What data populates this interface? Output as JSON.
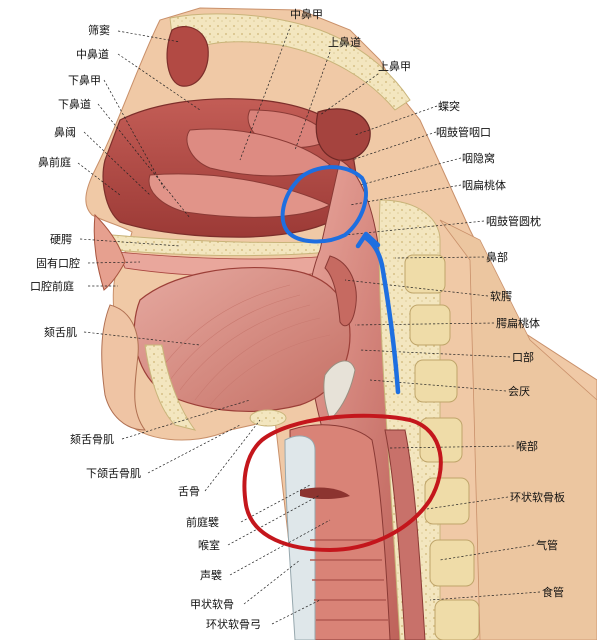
{
  "labels_left": [
    {
      "id": "ethmoid-sinus",
      "text": "筛窦"
    },
    {
      "id": "middle-meatus",
      "text": "中鼻道"
    },
    {
      "id": "inferior-turbinate",
      "text": "下鼻甲"
    },
    {
      "id": "inferior-meatus",
      "text": "下鼻道"
    },
    {
      "id": "nasal-limen",
      "text": "鼻阈"
    },
    {
      "id": "nasal-vestibule",
      "text": "鼻前庭"
    },
    {
      "id": "hard-palate",
      "text": "硬腭"
    },
    {
      "id": "oral-cavity-proper",
      "text": "固有口腔"
    },
    {
      "id": "oral-vestibule",
      "text": "口腔前庭"
    },
    {
      "id": "genioglossus",
      "text": "颏舌肌"
    },
    {
      "id": "geniohyoid",
      "text": "颏舌骨肌"
    },
    {
      "id": "mylohyoid",
      "text": "下颌舌骨肌"
    }
  ],
  "labels_top": [
    {
      "id": "middle-turbinate",
      "text": "中鼻甲"
    },
    {
      "id": "superior-meatus",
      "text": "上鼻道"
    },
    {
      "id": "superior-turbinate",
      "text": "上鼻甲"
    }
  ],
  "labels_right": [
    {
      "id": "sphenoid-sinus",
      "text": "蝶突"
    },
    {
      "id": "pharyngeal-orifice",
      "text": "咽鼓管咽口"
    },
    {
      "id": "pharyngeal-recess",
      "text": "咽隐窝"
    },
    {
      "id": "pharyngeal-tonsil",
      "text": "咽扁桃体"
    },
    {
      "id": "torus-tubarius",
      "text": "咽鼓管圆枕"
    },
    {
      "id": "nasopharynx",
      "text": "鼻部"
    },
    {
      "id": "soft-palate",
      "text": "软腭"
    },
    {
      "id": "palatine-tonsil",
      "text": "腭扁桃体"
    },
    {
      "id": "oropharynx",
      "text": "口部"
    },
    {
      "id": "epiglottis",
      "text": "会厌"
    },
    {
      "id": "laryngopharynx",
      "text": "喉部"
    },
    {
      "id": "cricoid-lamina",
      "text": "环状软骨板"
    },
    {
      "id": "trachea",
      "text": "气管"
    },
    {
      "id": "esophagus",
      "text": "食管"
    }
  ],
  "labels_bottom": [
    {
      "id": "hyoid",
      "text": "舌骨"
    },
    {
      "id": "vestibular-fold",
      "text": "前庭襞"
    },
    {
      "id": "laryngeal-ventricle",
      "text": "喉室"
    },
    {
      "id": "vocal-fold",
      "text": "声襞"
    },
    {
      "id": "thyroid-cartilage",
      "text": "甲状软骨"
    },
    {
      "id": "cricoid-arch",
      "text": "环状软骨弓"
    }
  ],
  "annotations": {
    "blue_circle_color": "#1e6fe0",
    "blue_arrow_color": "#1e6fe0",
    "red_circle_color": "#c4161c"
  },
  "colors": {
    "tissue": "#d9827a",
    "tissue_dark": "#a9453f",
    "cavity": "#b84a45",
    "bone": "#f2e3b8",
    "bone_edge": "#c9b47a",
    "skin": "#f0c9a6",
    "cartilage": "#dfe7ea"
  }
}
